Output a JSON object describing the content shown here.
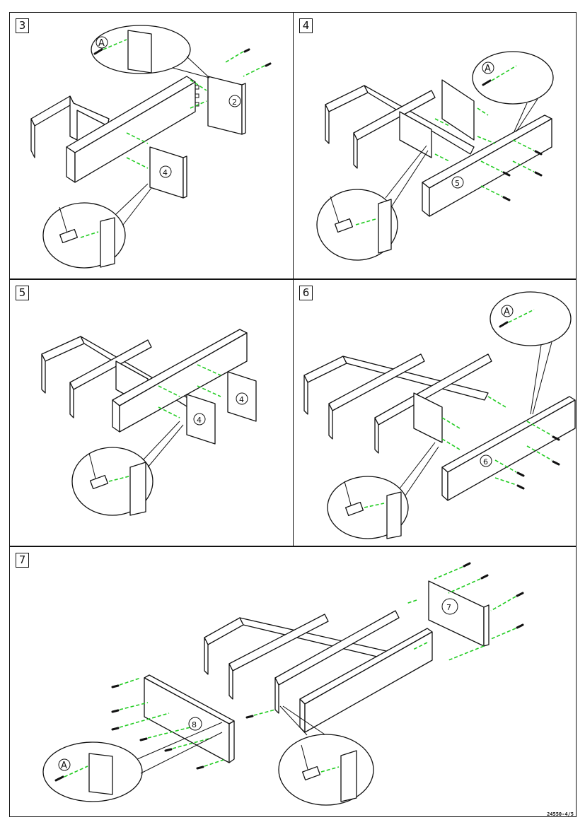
{
  "steps": [
    {
      "number": "3",
      "parts": [
        "2",
        "4"
      ],
      "fastener": "A"
    },
    {
      "number": "4",
      "parts": [
        "5"
      ],
      "fastener": "A"
    },
    {
      "number": "5",
      "parts": [
        "4",
        "4"
      ]
    },
    {
      "number": "6",
      "parts": [
        "6"
      ],
      "fastener": "A"
    },
    {
      "number": "7",
      "parts": [
        "7",
        "8"
      ],
      "fastener": "A"
    }
  ],
  "document_code": "24550-4/5",
  "colors": {
    "arrow": "#22cc22",
    "line": "#111111"
  },
  "icons": [
    "hammer-icon",
    "screw-icon",
    "dowel-icon",
    "panel-icon",
    "magnifier-callout-icon"
  ]
}
